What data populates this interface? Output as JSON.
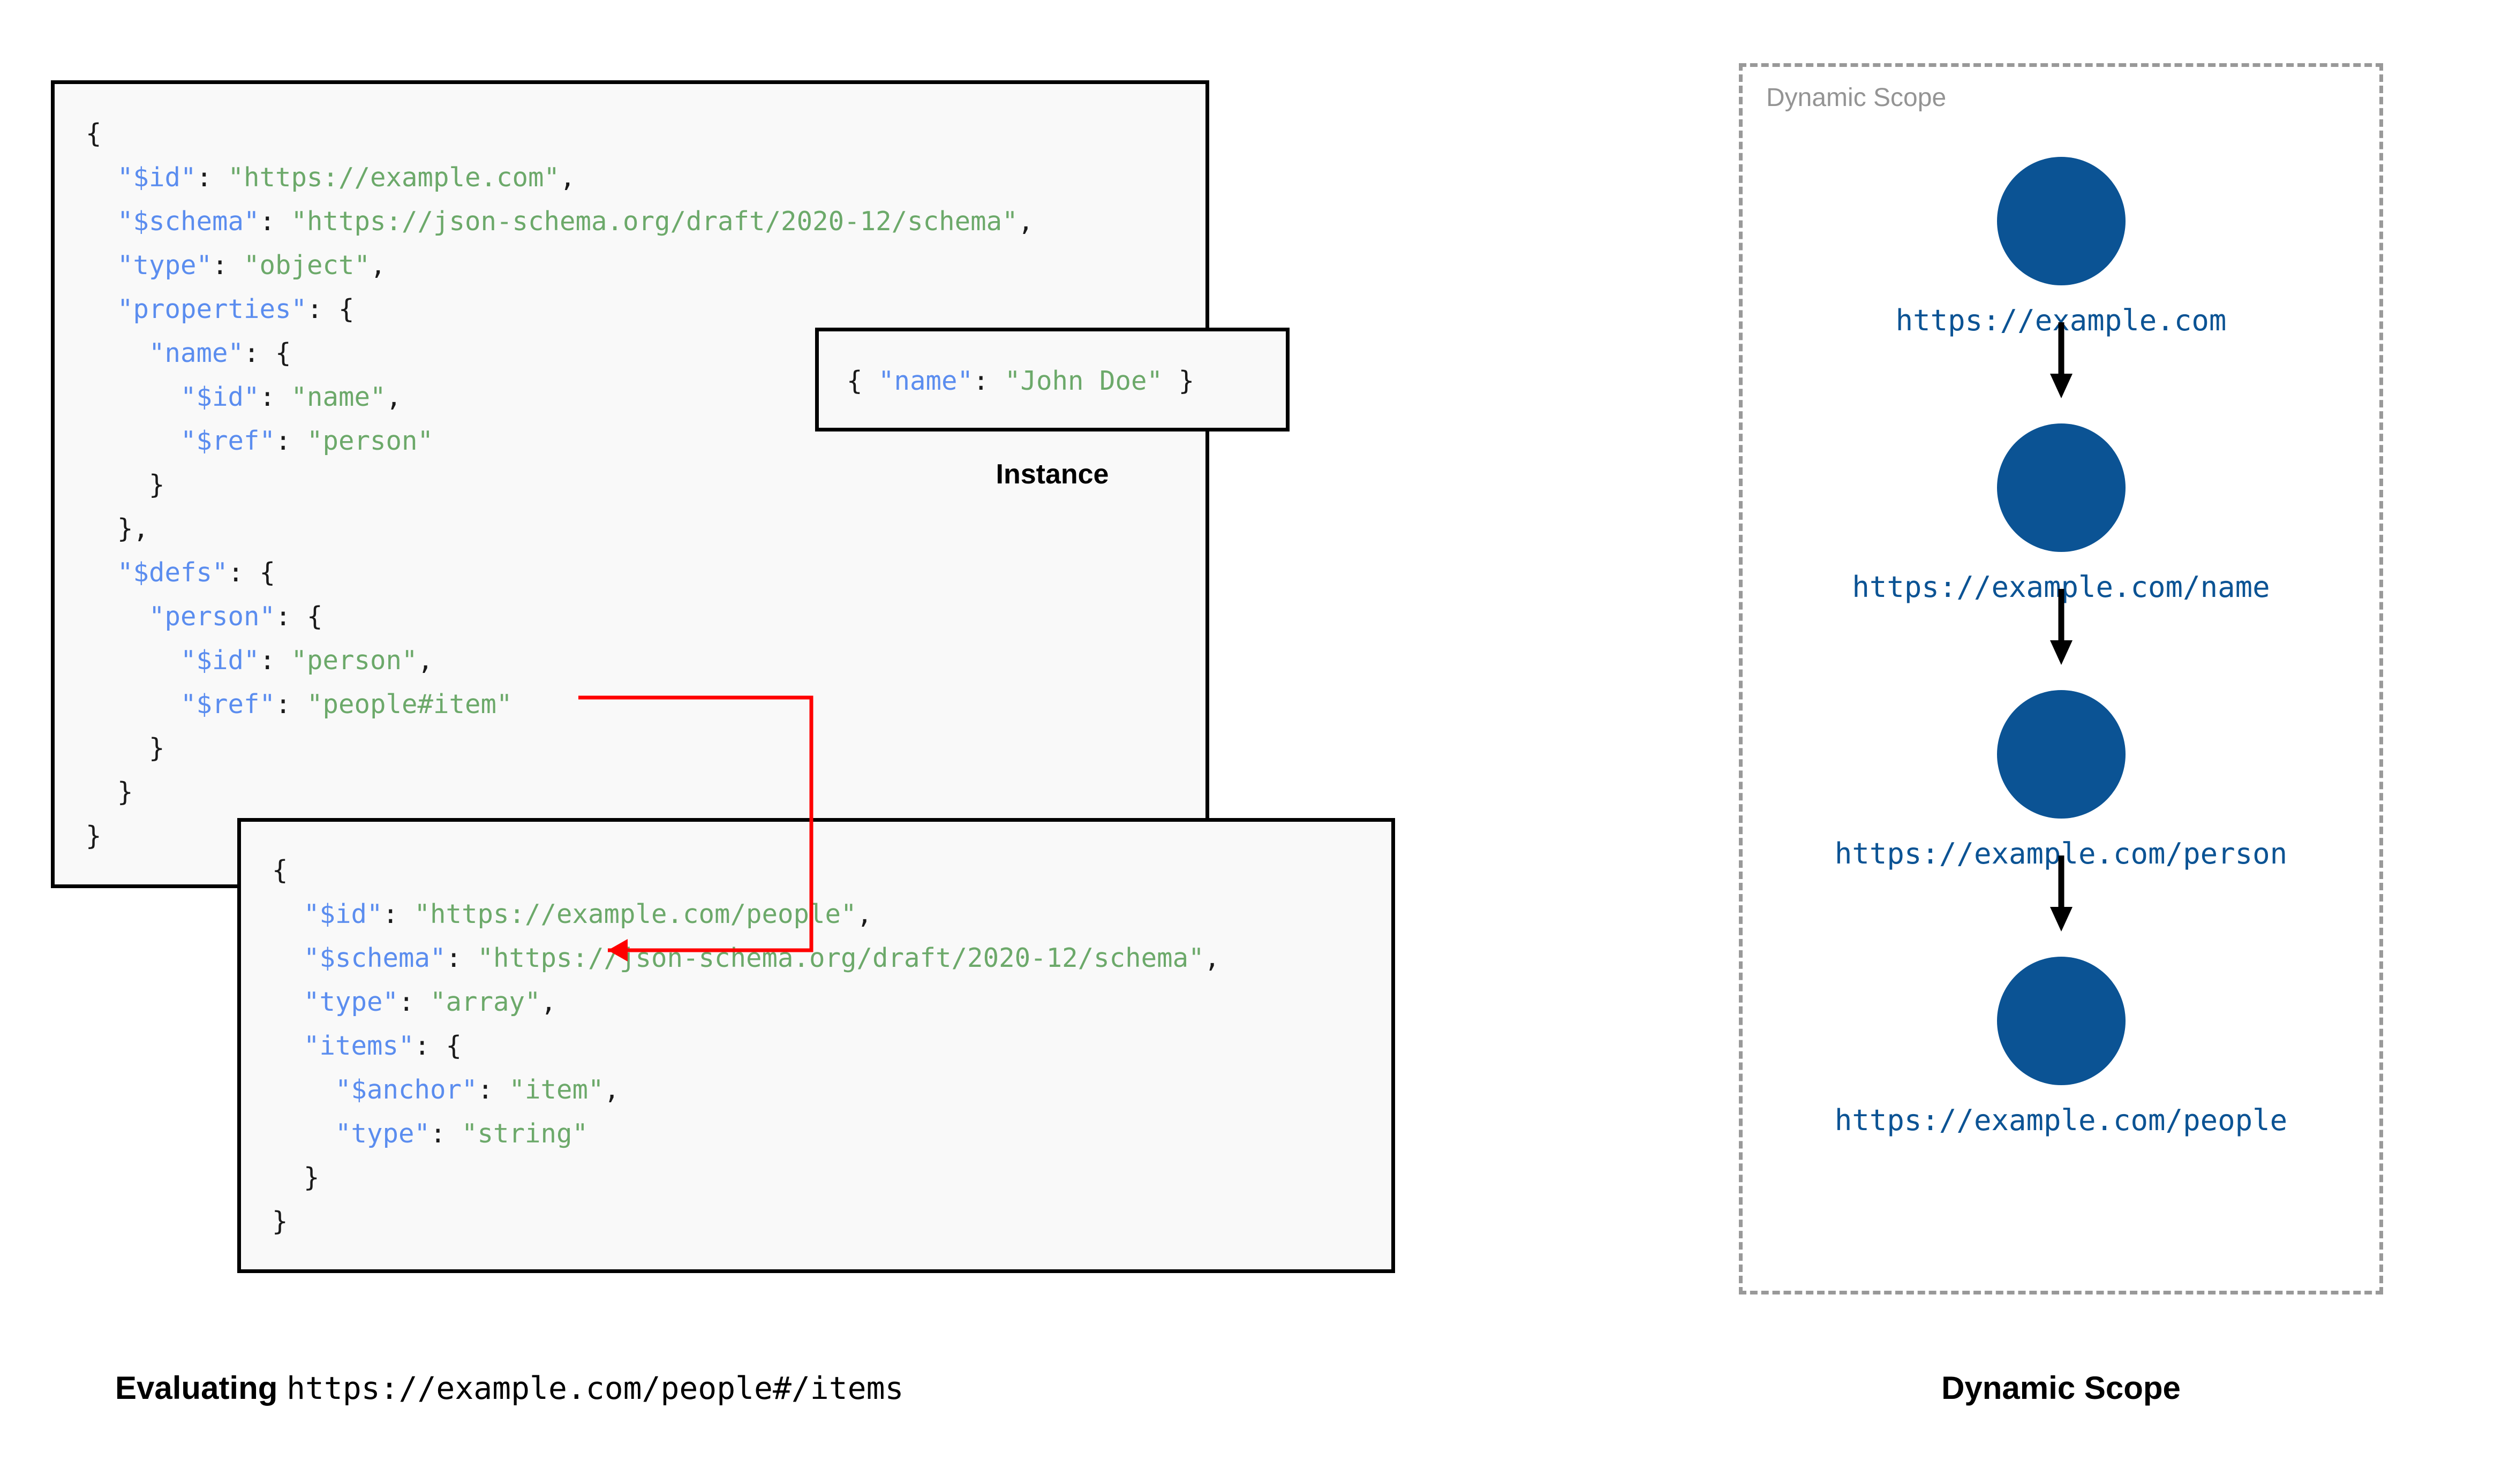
{
  "diagram": {
    "title_left": "Evaluating https://example.com/people#/items",
    "title_right": "Dynamic Scope"
  },
  "schema_root": {
    "name": "root-schema",
    "lines": [
      {
        "indent": 0,
        "tokens": [
          {
            "t": "p",
            "v": "{"
          }
        ]
      },
      {
        "indent": 1,
        "tokens": [
          {
            "t": "k",
            "v": "\"$id\""
          },
          {
            "t": "p",
            "v": ": "
          },
          {
            "t": "s",
            "v": "\"https://example.com\""
          },
          {
            "t": "p",
            "v": ","
          }
        ]
      },
      {
        "indent": 1,
        "tokens": [
          {
            "t": "k",
            "v": "\"$schema\""
          },
          {
            "t": "p",
            "v": ": "
          },
          {
            "t": "s",
            "v": "\"https://json-schema.org/draft/2020-12/schema\""
          },
          {
            "t": "p",
            "v": ","
          }
        ]
      },
      {
        "indent": 1,
        "tokens": [
          {
            "t": "k",
            "v": "\"type\""
          },
          {
            "t": "p",
            "v": ": "
          },
          {
            "t": "s",
            "v": "\"object\""
          },
          {
            "t": "p",
            "v": ","
          }
        ]
      },
      {
        "indent": 1,
        "tokens": [
          {
            "t": "k",
            "v": "\"properties\""
          },
          {
            "t": "p",
            "v": ": {"
          }
        ]
      },
      {
        "indent": 2,
        "tokens": [
          {
            "t": "k",
            "v": "\"name\""
          },
          {
            "t": "p",
            "v": ": {"
          }
        ]
      },
      {
        "indent": 3,
        "tokens": [
          {
            "t": "k",
            "v": "\"$id\""
          },
          {
            "t": "p",
            "v": ": "
          },
          {
            "t": "s",
            "v": "\"name\""
          },
          {
            "t": "p",
            "v": ","
          }
        ]
      },
      {
        "indent": 3,
        "tokens": [
          {
            "t": "k",
            "v": "\"$ref\""
          },
          {
            "t": "p",
            "v": ": "
          },
          {
            "t": "s",
            "v": "\"person\""
          }
        ]
      },
      {
        "indent": 2,
        "tokens": [
          {
            "t": "p",
            "v": "}"
          }
        ]
      },
      {
        "indent": 1,
        "tokens": [
          {
            "t": "p",
            "v": "},"
          }
        ]
      },
      {
        "indent": 1,
        "tokens": [
          {
            "t": "k",
            "v": "\"$defs\""
          },
          {
            "t": "p",
            "v": ": {"
          }
        ]
      },
      {
        "indent": 2,
        "tokens": [
          {
            "t": "k",
            "v": "\"person\""
          },
          {
            "t": "p",
            "v": ": {"
          }
        ]
      },
      {
        "indent": 3,
        "tokens": [
          {
            "t": "k",
            "v": "\"$id\""
          },
          {
            "t": "p",
            "v": ": "
          },
          {
            "t": "s",
            "v": "\"person\""
          },
          {
            "t": "p",
            "v": ","
          }
        ]
      },
      {
        "indent": 3,
        "tokens": [
          {
            "t": "k",
            "v": "\"$ref\""
          },
          {
            "t": "p",
            "v": ": "
          },
          {
            "t": "s",
            "v": "\"people#item\""
          }
        ]
      },
      {
        "indent": 2,
        "tokens": [
          {
            "t": "p",
            "v": "}"
          }
        ]
      },
      {
        "indent": 1,
        "tokens": [
          {
            "t": "p",
            "v": "}"
          }
        ]
      },
      {
        "indent": 0,
        "tokens": [
          {
            "t": "p",
            "v": "}"
          }
        ]
      }
    ]
  },
  "instance": {
    "caption": "Instance",
    "lines": [
      {
        "indent": 0,
        "tokens": [
          {
            "t": "p",
            "v": "{ "
          },
          {
            "t": "k",
            "v": "\"name\""
          },
          {
            "t": "p",
            "v": ": "
          },
          {
            "t": "s",
            "v": "\"John Doe\""
          },
          {
            "t": "p",
            "v": " }"
          }
        ]
      }
    ]
  },
  "schema_people": {
    "name": "people-schema",
    "lines": [
      {
        "indent": 0,
        "tokens": [
          {
            "t": "p",
            "v": "{"
          }
        ]
      },
      {
        "indent": 1,
        "tokens": [
          {
            "t": "k",
            "v": "\"$id\""
          },
          {
            "t": "p",
            "v": ": "
          },
          {
            "t": "s",
            "v": "\"https://example.com/people\""
          },
          {
            "t": "p",
            "v": ","
          }
        ]
      },
      {
        "indent": 1,
        "tokens": [
          {
            "t": "k",
            "v": "\"$schema\""
          },
          {
            "t": "p",
            "v": ": "
          },
          {
            "t": "s",
            "v": "\"https://json-schema.org/draft/2020-12/schema\""
          },
          {
            "t": "p",
            "v": ","
          }
        ]
      },
      {
        "indent": 1,
        "tokens": [
          {
            "t": "k",
            "v": "\"type\""
          },
          {
            "t": "p",
            "v": ": "
          },
          {
            "t": "s",
            "v": "\"array\""
          },
          {
            "t": "p",
            "v": ","
          }
        ]
      },
      {
        "indent": 1,
        "tokens": [
          {
            "t": "k",
            "v": "\"items\""
          },
          {
            "t": "p",
            "v": ": {"
          }
        ]
      },
      {
        "indent": 2,
        "tokens": [
          {
            "t": "k",
            "v": "\"$anchor\""
          },
          {
            "t": "p",
            "v": ": "
          },
          {
            "t": "s",
            "v": "\"item\""
          },
          {
            "t": "p",
            "v": ","
          }
        ]
      },
      {
        "indent": 2,
        "tokens": [
          {
            "t": "k",
            "v": "\"type\""
          },
          {
            "t": "p",
            "v": ": "
          },
          {
            "t": "s",
            "v": "\"string\""
          }
        ]
      },
      {
        "indent": 1,
        "tokens": [
          {
            "t": "p",
            "v": "}"
          }
        ]
      },
      {
        "indent": 0,
        "tokens": [
          {
            "t": "p",
            "v": "}"
          }
        ]
      }
    ]
  },
  "dynamic_scope": {
    "panel_label": "Dynamic Scope",
    "caption": "Dynamic Scope",
    "node_color": "#0B5394",
    "nodes": [
      {
        "label": "https://example.com"
      },
      {
        "label": "https://example.com/name"
      },
      {
        "label": "https://example.com/person"
      },
      {
        "label": "https://example.com/people"
      }
    ]
  },
  "eval_caption": {
    "prefix": "Evaluating ",
    "uri": "https://example.com/people#/items"
  },
  "colors": {
    "json_key": "#5B8DEF",
    "json_string": "#6CA96A",
    "box_border": "#000000",
    "box_fill": "#F9F9F9",
    "ref_arrow": "#FF0000",
    "scope_border": "#999999",
    "scope_label": "#949494",
    "node_blue": "#0B5394"
  }
}
